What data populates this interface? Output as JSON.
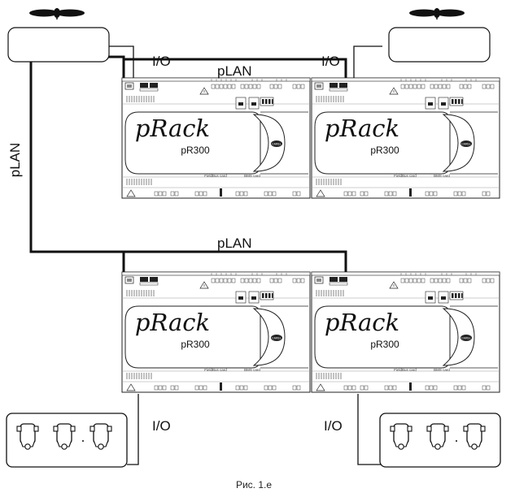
{
  "labels": {
    "io": "I/O",
    "plan": "pLAN",
    "brand": "pRack",
    "model": "pR300",
    "fieldbus": "FieldBus card",
    "bms": "BMS card",
    "logo": "CAREL",
    "caption": "Рис. 1.e"
  },
  "icons": {
    "fan": "fan-icon",
    "compressor": "compressor-icon",
    "controller": "controller-board"
  }
}
